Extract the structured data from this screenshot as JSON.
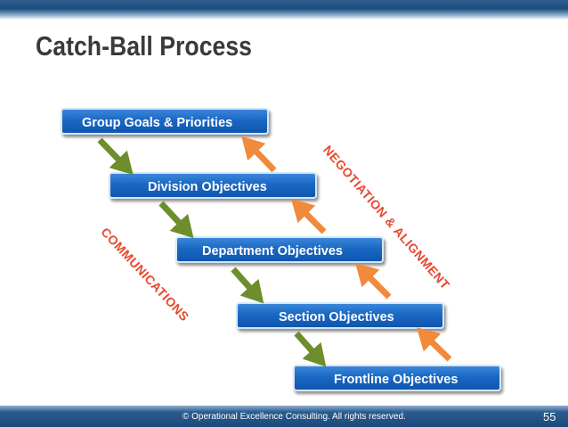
{
  "title": "Catch-Ball Process",
  "boxes": [
    "Group Goals & Priorities",
    "Division Objectives",
    "Department Objectives",
    "Section Objectives",
    "Frontline Objectives"
  ],
  "labels": {
    "left_diagonal": "COMMUNICATIONS",
    "right_diagonal": "NEGOTIATION & ALIGNMENT"
  },
  "footer": {
    "copyright": "© Operational Excellence Consulting.  All rights reserved.",
    "page_number": "55"
  },
  "colors": {
    "box_blue": "#1a68c4",
    "down_arrow_green": "#6e8d2b",
    "up_arrow_orange": "#f08a3c",
    "diagonal_text_red": "#e8472d"
  }
}
